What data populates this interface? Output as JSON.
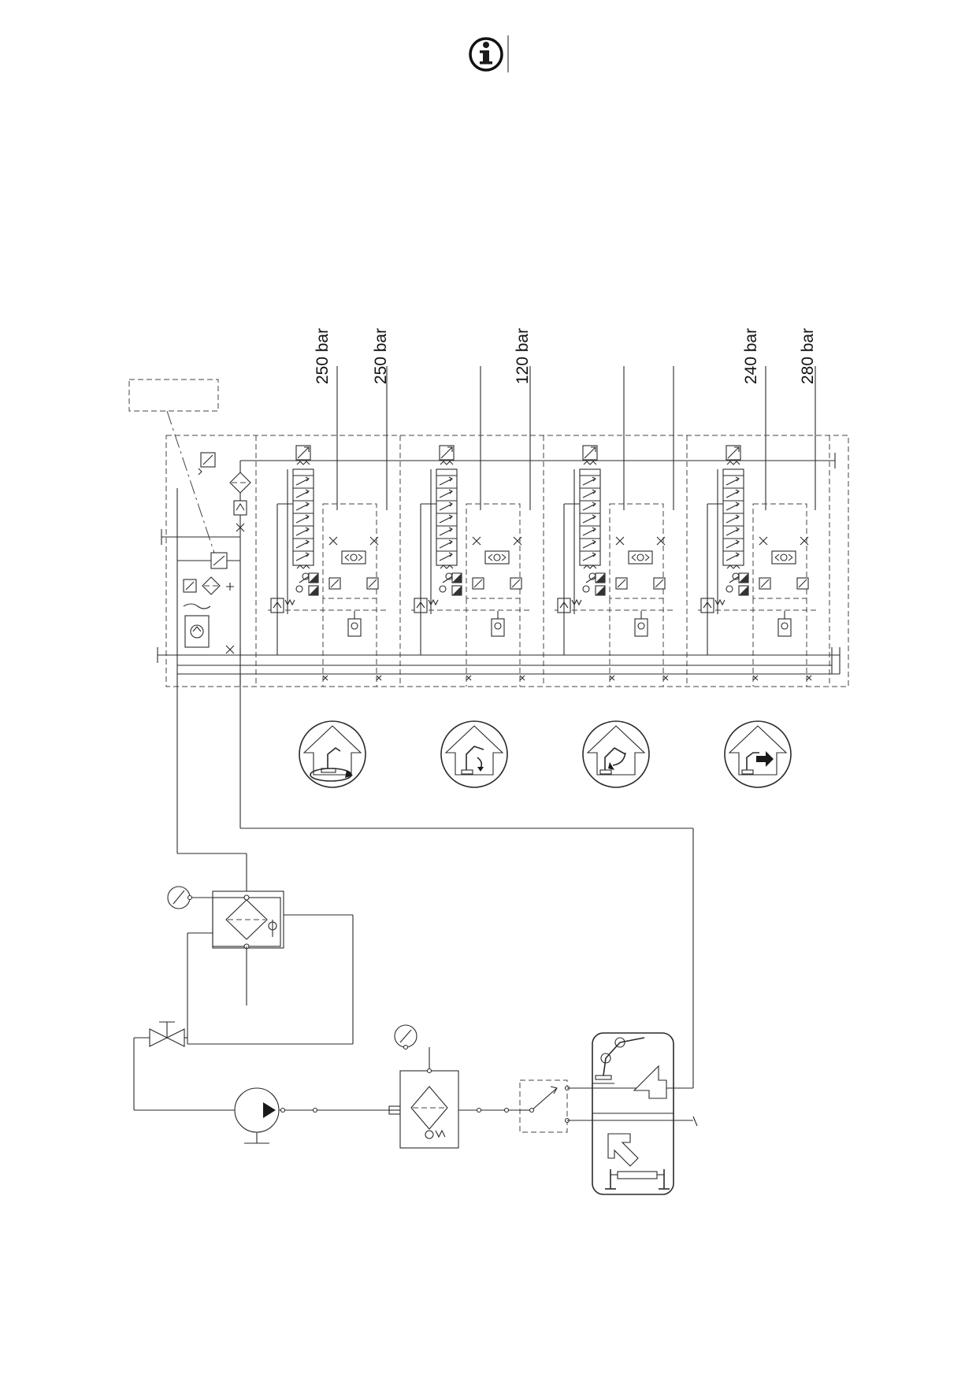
{
  "header": {
    "info_icon": "info-icon"
  },
  "pressure_settings": [
    {
      "label": "250 bar"
    },
    {
      "label": "250 bar"
    },
    {
      "label": "120 bar"
    },
    {
      "label": "240 bar"
    },
    {
      "label": "280 bar"
    }
  ],
  "function_icons": [
    {
      "icon": "slew-rotation-icon"
    },
    {
      "icon": "boom-lift-icon"
    },
    {
      "icon": "jib-fold-icon"
    },
    {
      "icon": "telescope-extend-icon"
    }
  ],
  "selector_icons": [
    {
      "icon": "crane-arm-icon"
    },
    {
      "icon": "stabilizer-leg-icon"
    }
  ],
  "components": [
    {
      "icon": "hydraulic-pump-icon"
    },
    {
      "icon": "pressure-gauge-icon"
    },
    {
      "icon": "return-filter-icon"
    },
    {
      "icon": "pressure-filter-icon"
    },
    {
      "icon": "shutoff-valve-icon"
    },
    {
      "icon": "diverter-valve-icon"
    }
  ],
  "colors": {
    "line": "#2a2a2a",
    "background": "#ffffff"
  }
}
